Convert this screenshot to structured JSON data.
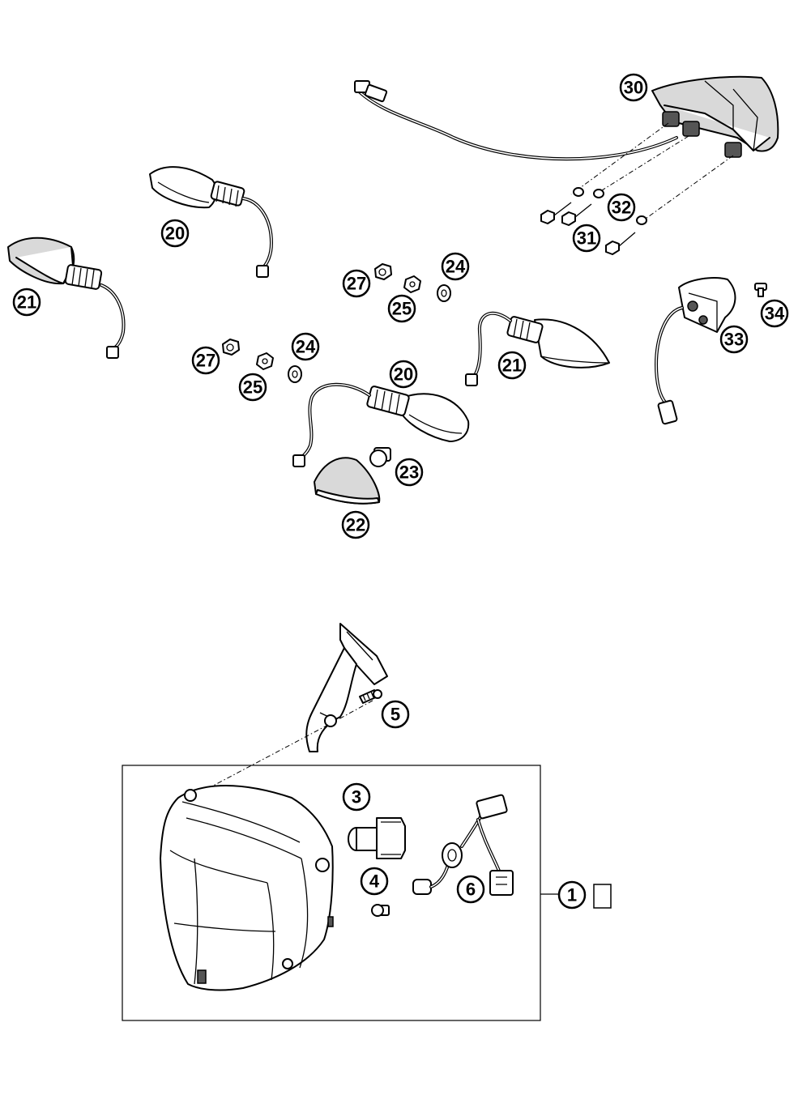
{
  "callouts": [
    {
      "id": "c30",
      "label": "30"
    },
    {
      "id": "c20a",
      "label": "20"
    },
    {
      "id": "c21a",
      "label": "21"
    },
    {
      "id": "c32",
      "label": "32"
    },
    {
      "id": "c31",
      "label": "31"
    },
    {
      "id": "c27a",
      "label": "27"
    },
    {
      "id": "c25a",
      "label": "25"
    },
    {
      "id": "c24a",
      "label": "24"
    },
    {
      "id": "c34",
      "label": "34"
    },
    {
      "id": "c33",
      "label": "33"
    },
    {
      "id": "c21b",
      "label": "21"
    },
    {
      "id": "c27b",
      "label": "27"
    },
    {
      "id": "c24b",
      "label": "24"
    },
    {
      "id": "c25b",
      "label": "25"
    },
    {
      "id": "c20b",
      "label": "20"
    },
    {
      "id": "c23",
      "label": "23"
    },
    {
      "id": "c22",
      "label": "22"
    },
    {
      "id": "c5",
      "label": "5"
    },
    {
      "id": "c3",
      "label": "3"
    },
    {
      "id": "c4",
      "label": "4"
    },
    {
      "id": "c6",
      "label": "6"
    },
    {
      "id": "c1",
      "label": "1"
    }
  ]
}
